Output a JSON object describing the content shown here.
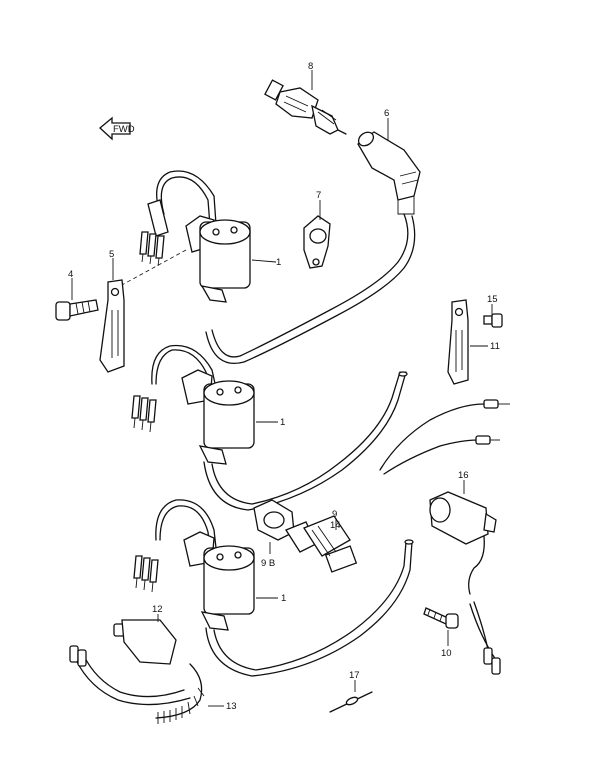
{
  "fwd_label": "FWD",
  "callouts": {
    "c1_top": "1",
    "c1_mid": "1",
    "c1_bot": "1",
    "c4": "4",
    "c5": "5",
    "c6": "6",
    "c7": "7",
    "c8": "8",
    "c9": "9",
    "c9b": "9 B",
    "c10": "10",
    "c11": "11",
    "c12": "12",
    "c13": "13",
    "c14": "14",
    "c15": "15",
    "c16": "16",
    "c17": "17"
  }
}
